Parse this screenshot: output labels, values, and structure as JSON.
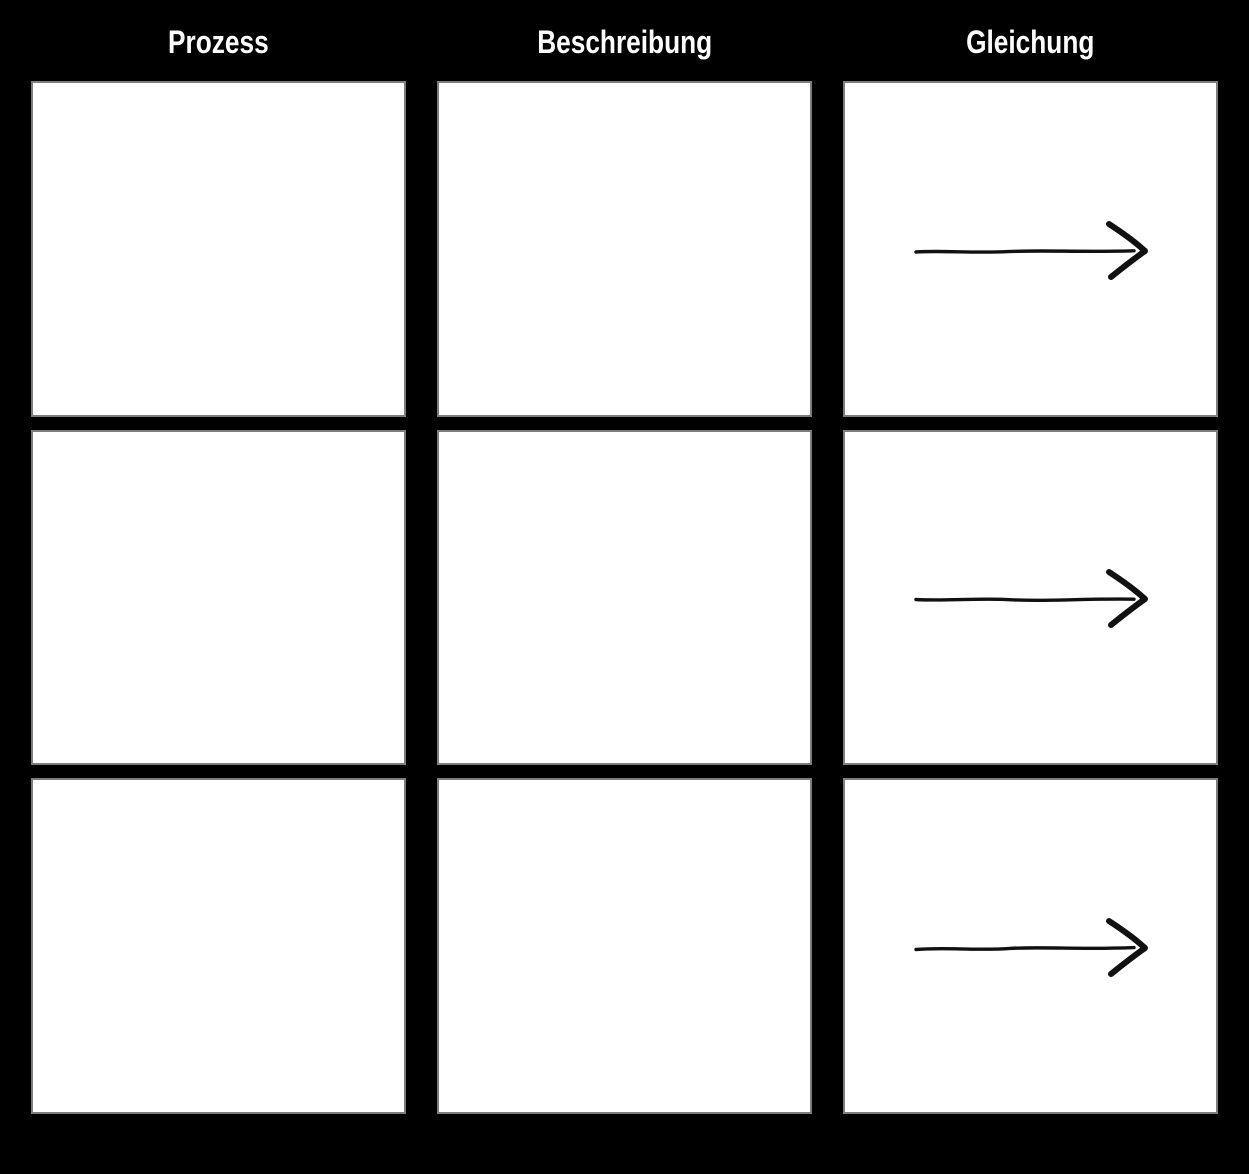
{
  "header": {
    "columns": [
      {
        "id": "prozess",
        "label": "Prozess"
      },
      {
        "id": "beschreibung",
        "label": "Beschreibung"
      },
      {
        "id": "gleichung",
        "label": "Gleichung"
      }
    ]
  },
  "grid": {
    "row_count": 3,
    "column_count": 3,
    "cells": [
      [
        {
          "content": ""
        },
        {
          "content": ""
        },
        {
          "content": "",
          "icon": "hand-drawn-right-arrow"
        }
      ],
      [
        {
          "content": ""
        },
        {
          "content": ""
        },
        {
          "content": "",
          "icon": "hand-drawn-right-arrow"
        }
      ],
      [
        {
          "content": ""
        },
        {
          "content": ""
        },
        {
          "content": "",
          "icon": "hand-drawn-right-arrow"
        }
      ]
    ]
  },
  "colors": {
    "page_background": "#000000",
    "header_text": "#ffffff",
    "cell_background": "#ffffff",
    "cell_border": "#7d7d7d",
    "arrow": "#111111"
  }
}
